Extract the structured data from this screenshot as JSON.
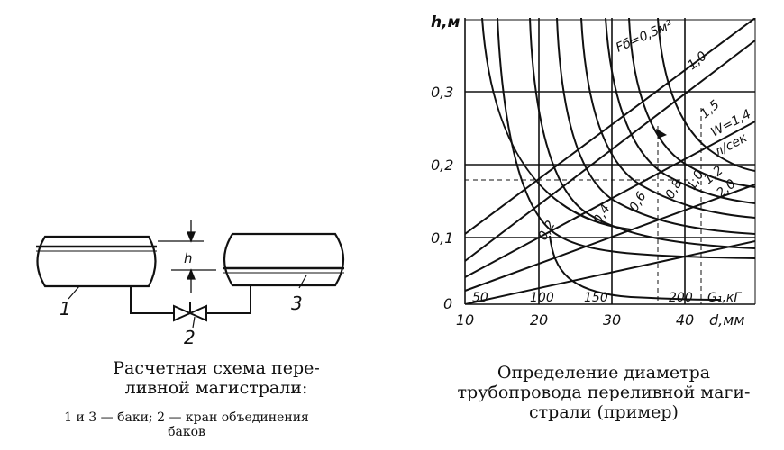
{
  "left_figure": {
    "labels": {
      "tank1": "1",
      "valve": "2",
      "tank3": "3",
      "height": "h"
    },
    "caption_lines": [
      "Расчетная схема пере-",
      "ливной магистрали:"
    ],
    "legend_lines": [
      "1 и 3 — баки; 2 — кран объединения",
      "баков"
    ]
  },
  "right_figure": {
    "caption_lines": [
      "Определение диаметра",
      "трубопровода переливной маги-",
      "страли (пример)"
    ],
    "y_axis_label": "h,м",
    "y_ticks": [
      "0",
      "0,1",
      "0,2",
      "0,3"
    ],
    "x_axis_label": "d,мм",
    "x_ticks": [
      "10",
      "20",
      "30",
      "40"
    ],
    "g_axis_label": "G₁,кГ",
    "g_ticks": [
      "50",
      "100",
      "150",
      "200"
    ],
    "tank_area_label": "Fб=0,5м²",
    "velocity_label_lines": [
      "W=1,4",
      "л/сек"
    ],
    "velocity_labels": [
      "1,0",
      "1,5",
      "1,2",
      "2,0"
    ],
    "curve_labels": [
      "0,2",
      "0,4",
      "0,6",
      "0,8",
      "1,0"
    ]
  }
}
